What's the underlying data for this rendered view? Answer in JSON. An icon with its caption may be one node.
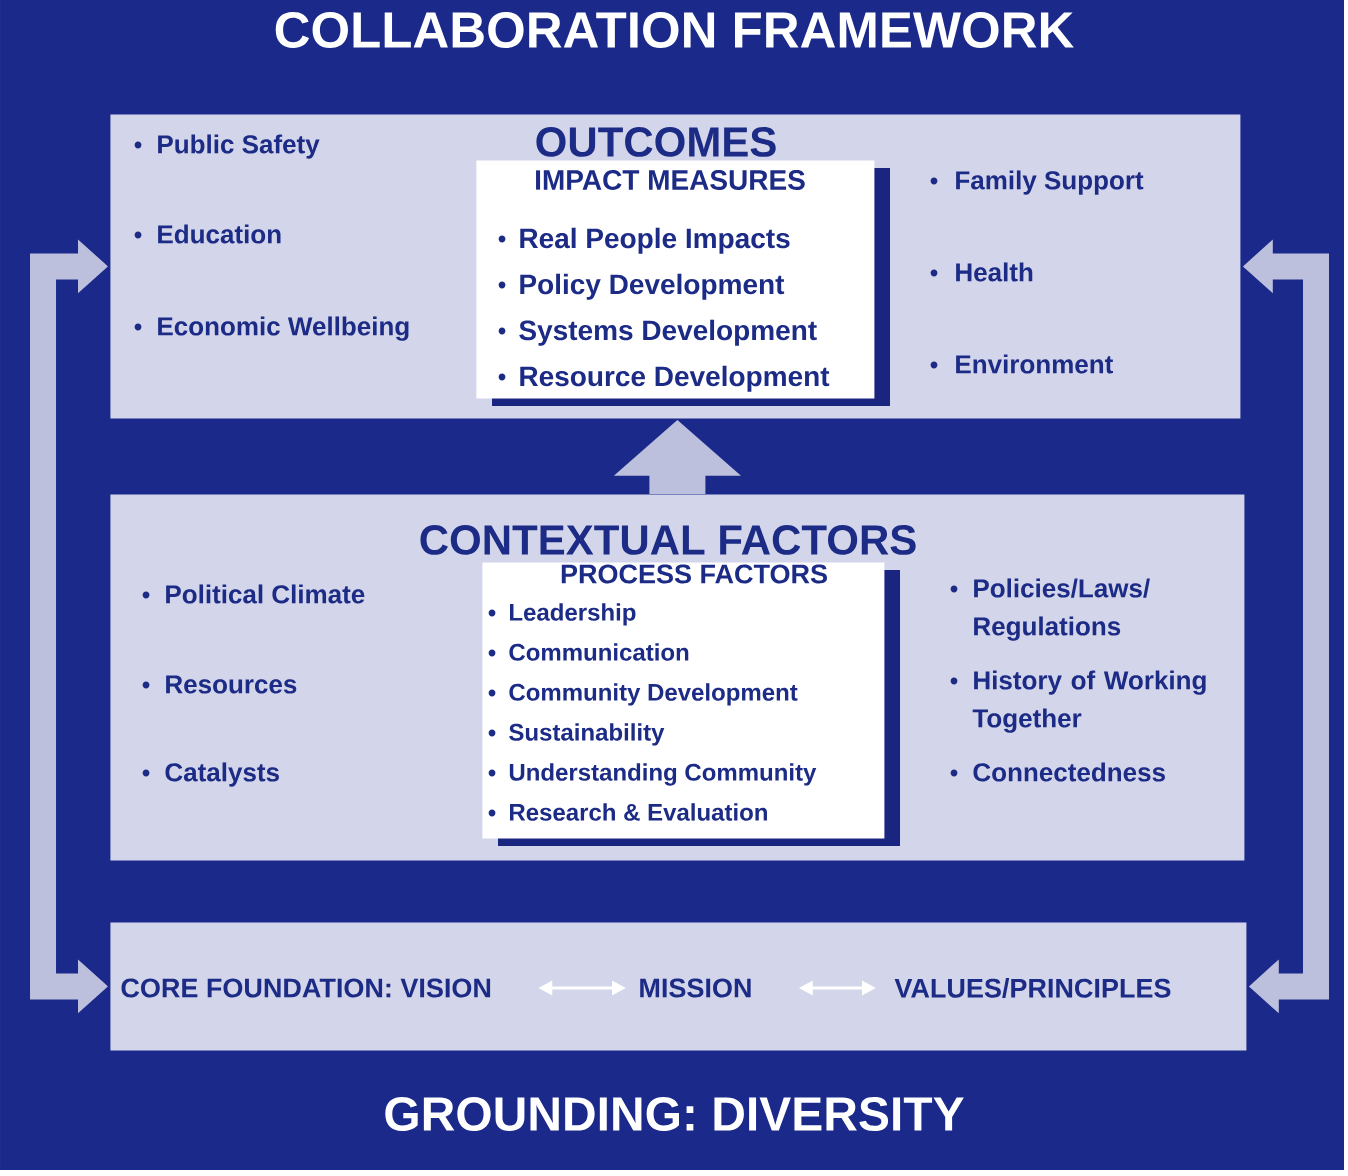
{
  "diagram": {
    "title": "COLLABORATION FRAMEWORK",
    "nodes": [
      {
        "text": [
          "OUTCOMES",
          "Public Safety",
          "Education",
          "Economic Wellbeing",
          "Family Support",
          "Health",
          "Environment"
        ]
      },
      {
        "text": [
          "IMPACT MEASURES",
          "Real People Impacts",
          "Policy Development",
          "Systems Development",
          "Resource Development"
        ],
        "in": 0
      },
      {
        "text": [
          "CONTEXTUAL FACTORS",
          "Political Climate",
          "Resources",
          "Catalysts",
          "Policies/Laws/ Regulations",
          "History of Working Together",
          "Connectedness"
        ]
      },
      {
        "text": [
          "PROCESS FACTORS",
          "Leadership",
          "Communication",
          "Community Development",
          "Sustainability",
          "Understanding Community",
          "Research & Evaluation"
        ],
        "in": 2
      },
      {
        "text": [],
        "shape": "box"
      },
      {
        "text": [
          "CORE FOUNDATION: VISION"
        ],
        "in": 4
      },
      {
        "text": [
          "MISSION"
        ],
        "in": 4
      },
      {
        "text": [
          "VALUES/PRINCIPLES"
        ],
        "in": 4
      }
    ],
    "edges": [
      {
        "from": 2,
        "to": 0,
        "arrow": "to",
        "style": "thick"
      },
      {
        "from": 4,
        "to": 0,
        "arrow": "both"
      },
      {
        "from": 4,
        "to": 0,
        "arrow": "both"
      },
      {
        "from": 5,
        "to": 6,
        "arrow": "both",
        "color": "#ffffff"
      },
      {
        "from": 6,
        "to": 7,
        "arrow": "both",
        "color": "#ffffff"
      }
    ],
    "labels": [
      "GROUNDING: DIVERSITY"
    ]
  }
}
